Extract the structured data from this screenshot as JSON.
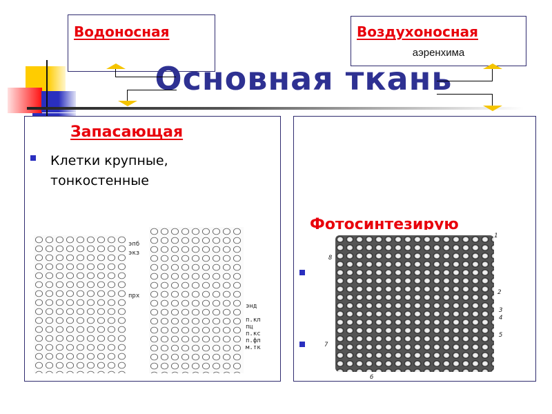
{
  "slide": {
    "title": "Основная ткань",
    "colors": {
      "title": "#2e3192",
      "accent_red": "#e8000b",
      "bullet_blue": "#2a2fbf",
      "connector_yellow": "#f5c400"
    }
  },
  "top_boxes": {
    "water": {
      "title": "Водоносная"
    },
    "air": {
      "title": "Воздухоносная",
      "subtitle": "аэренхима"
    }
  },
  "left_panel": {
    "heading": "Запасающая",
    "bullets": [
      "Клетки крупные, тонкостенные"
    ],
    "figure_labels_left": [
      "эпб",
      "экз",
      "прх"
    ],
    "figure_labels_right": [
      "энд",
      "п.кл",
      "пц",
      "п.кс",
      "п.фл",
      "м.тк"
    ]
  },
  "right_panel": {
    "heading": "Фотосинтезирую",
    "figure_labels": [
      "1",
      "2",
      "3",
      "4",
      "5",
      "6",
      "7",
      "8"
    ]
  }
}
